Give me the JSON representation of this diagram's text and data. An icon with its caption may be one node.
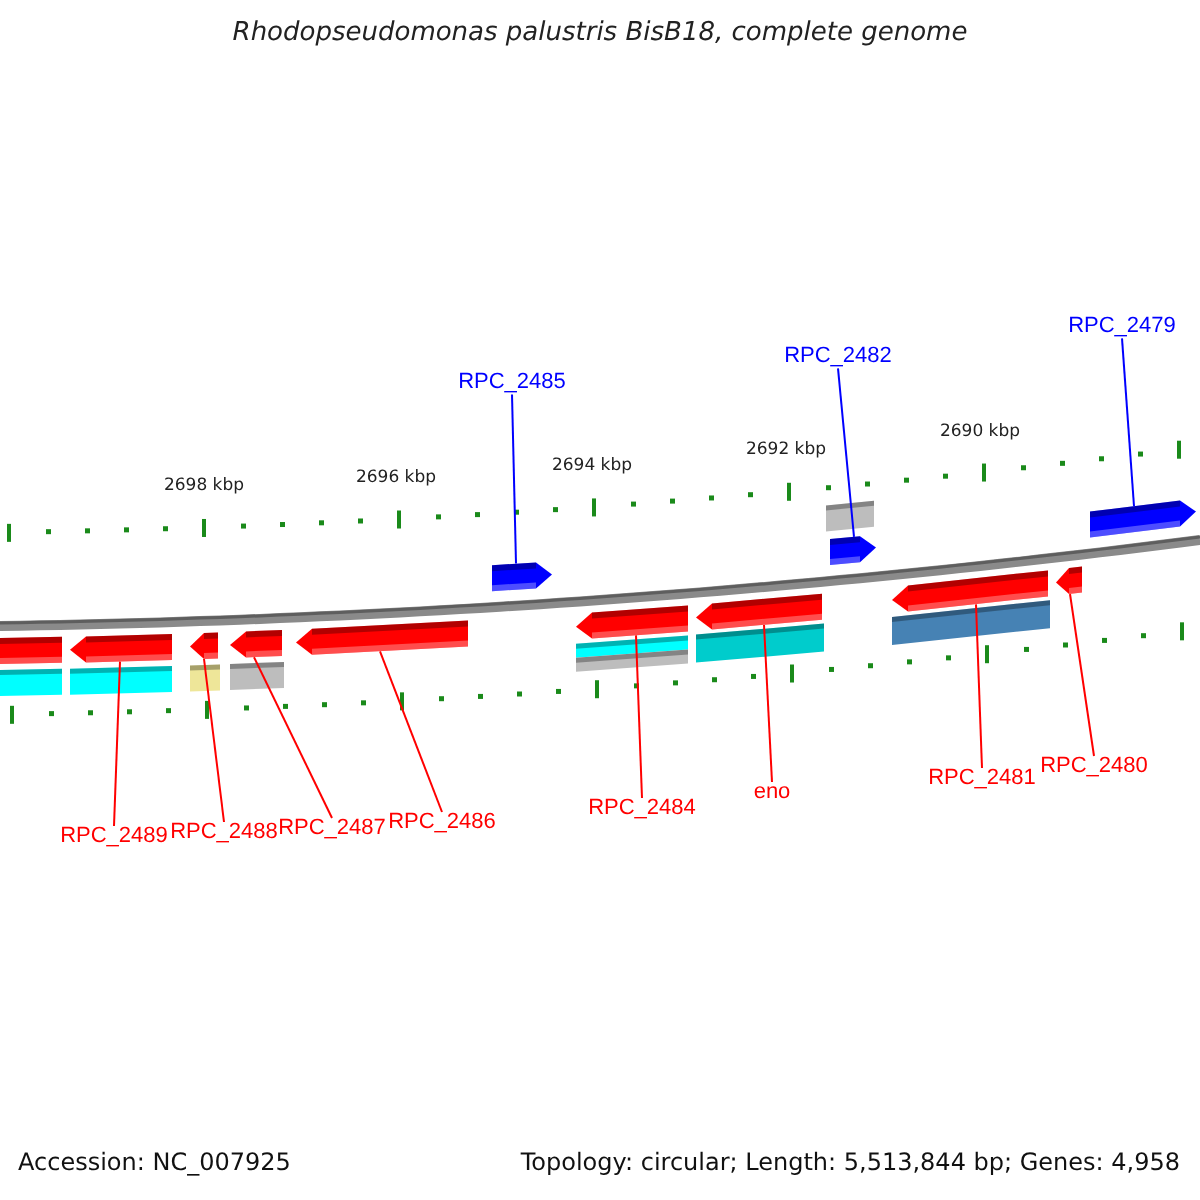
{
  "diagram": {
    "title": "Rhodopseudomonas palustris BisB18, complete genome",
    "nodes": [
      {
        "text": [],
        "shape": "arrow"
      },
      {
        "text": [],
        "shape": "arrow"
      },
      {
        "text": [],
        "shape": "arrow"
      },
      {
        "text": [],
        "shape": "arrow"
      },
      {
        "text": [],
        "shape": "arrow"
      },
      {
        "text": [],
        "shape": "arrow"
      },
      {
        "text": [],
        "shape": "arrow"
      },
      {
        "text": [],
        "shape": "arrow"
      },
      {
        "text": [],
        "shape": "arrow"
      },
      {
        "text": [],
        "shape": "arrow"
      },
      {
        "text": [],
        "shape": "arrow"
      },
      {
        "text": [],
        "shape": "arrow"
      },
      {
        "text": [
          "RPC_2479"
        ]
      },
      {
        "text": [
          "RPC_2482"
        ]
      },
      {
        "text": [
          "RPC_2485"
        ]
      },
      {
        "text": [
          "RPC_2480"
        ]
      },
      {
        "text": [
          "RPC_2481"
        ]
      },
      {
        "text": [
          "eno"
        ]
      },
      {
        "text": [
          "RPC_2484"
        ]
      },
      {
        "text": [
          "RPC_2486"
        ]
      },
      {
        "text": [
          "RPC_2487"
        ]
      },
      {
        "text": [
          "RPC_2488"
        ]
      },
      {
        "text": [
          "RPC_2489"
        ]
      }
    ],
    "edges": [
      {
        "from": 12,
        "to": 11,
        "arrow": "none",
        "color": "#0000ff"
      },
      {
        "from": 13,
        "to": 8,
        "arrow": "none",
        "color": "#0000ff"
      },
      {
        "from": 14,
        "to": 5,
        "arrow": "none",
        "color": "#0000ff"
      },
      {
        "from": 15,
        "to": 10,
        "arrow": "none"
      },
      {
        "from": 16,
        "to": 9,
        "arrow": "none"
      },
      {
        "from": 17,
        "to": 7,
        "arrow": "none"
      },
      {
        "from": 18,
        "to": 6,
        "arrow": "none"
      },
      {
        "from": 19,
        "to": 4,
        "arrow": "none"
      },
      {
        "from": 20,
        "to": 3,
        "arrow": "none"
      },
      {
        "from": 21,
        "to": 2,
        "arrow": "none"
      },
      {
        "from": 22,
        "to": 1,
        "arrow": "none"
      }
    ],
    "labels": [
      "2698 kbp",
      "2696 kbp",
      "2694 kbp",
      "2692 kbp",
      "2690 kbp",
      "Accession: NC_007925",
      "Topology: circular; Length: 5,513,844 bp; Genes: 4,958"
    ]
  }
}
